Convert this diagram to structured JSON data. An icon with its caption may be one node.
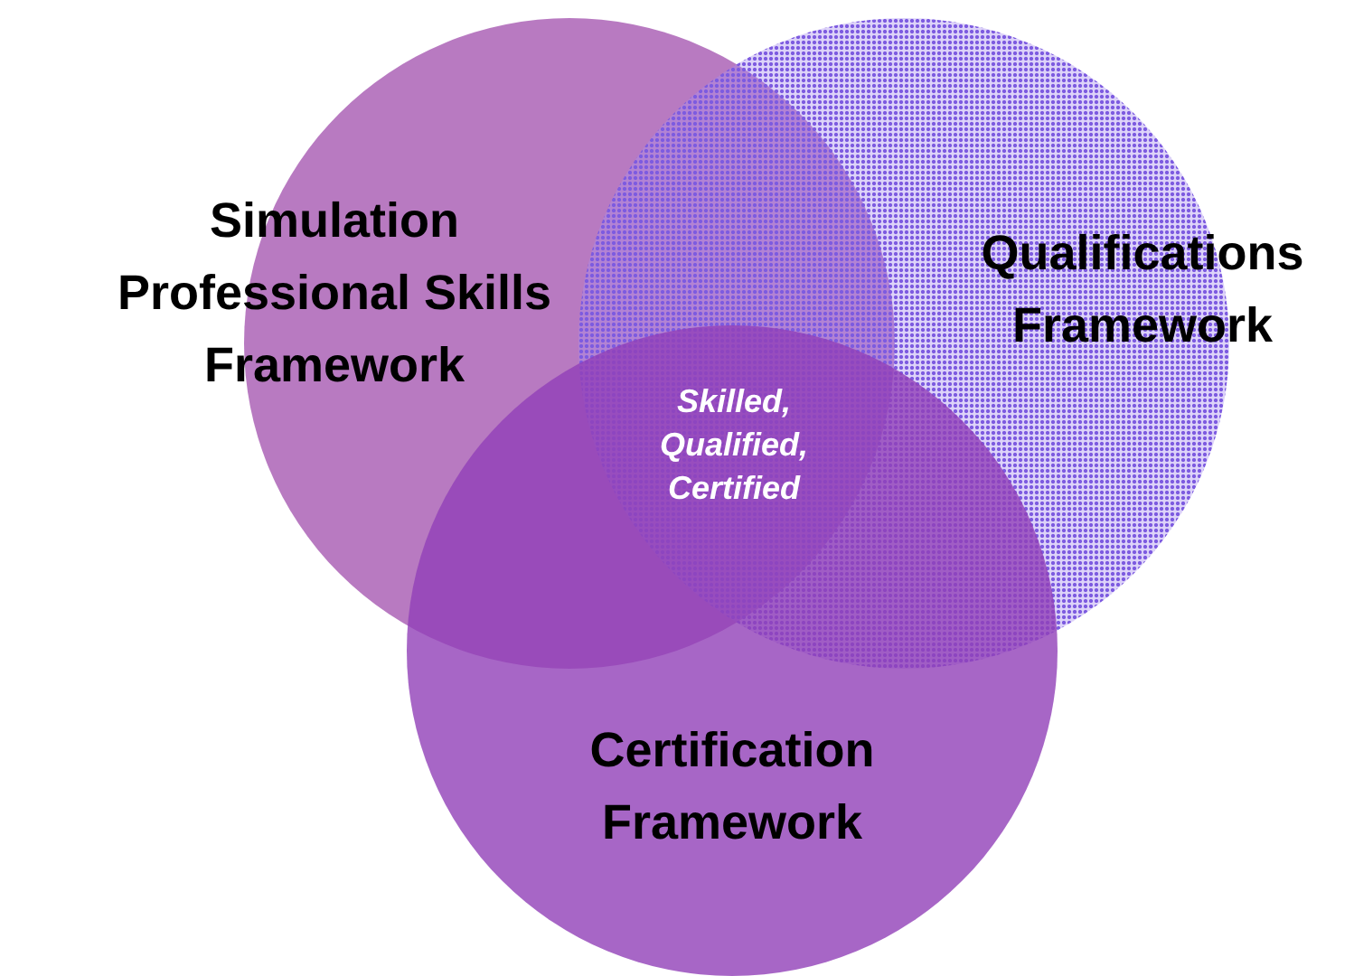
{
  "diagram": {
    "nodes": [
      {
        "text": [
          "Simulation Professional Skills Framework"
        ]
      },
      {
        "text": [
          "Qualifications Framework"
        ]
      },
      {
        "text": [
          "Certification Framework"
        ]
      }
    ],
    "labels": [
      "Skilled, Qualified, Certified"
    ]
  }
}
